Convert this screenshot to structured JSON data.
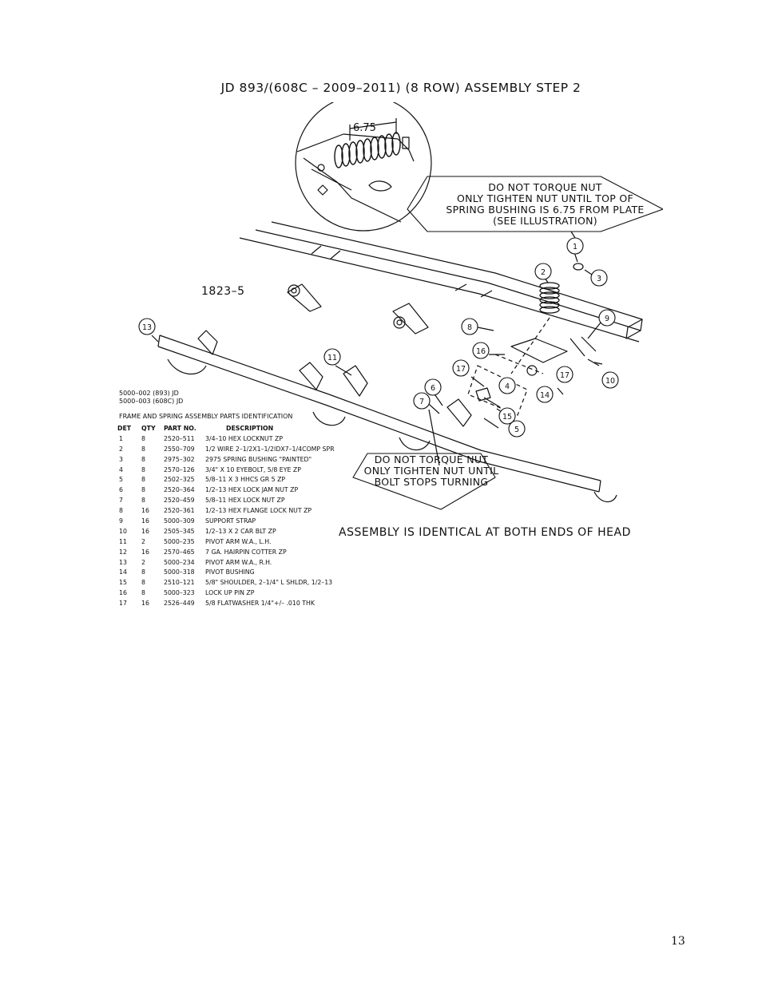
{
  "page": {
    "title": "JD 893/(608C – 2009–2011) (8 ROW) ASSEMBLY STEP 2",
    "page_number": "13"
  },
  "drawing": {
    "detail_dimension": "6.75",
    "drawing_number": "1823–5",
    "assembly_note": "ASSEMBLY IS IDENTICAL AT BOTH ENDS OF HEAD",
    "note_torque_spring": [
      "DO NOT TORQUE NUT",
      "ONLY TIGHTEN NUT UNTIL TOP OF",
      "SPRING BUSHING IS 6.75 FROM PLATE",
      "(SEE ILLUSTRATION)"
    ],
    "note_torque_bolt": [
      "DO NOT TORQUE NUT",
      "ONLY TIGHTEN NUT UNTIL",
      "BOLT STOPS TURNING"
    ],
    "callouts": [
      "1",
      "2",
      "3",
      "4",
      "5",
      "6",
      "7",
      "8",
      "9",
      "10",
      "11",
      "13",
      "14",
      "15",
      "16",
      "17"
    ]
  },
  "parts_list": {
    "kit_numbers": [
      "5000–002 (893) JD",
      "5000–003 (608C) JD"
    ],
    "title": "FRAME AND SPRING ASSEMBLY PARTS IDENTIFICATION",
    "headers": [
      "DET",
      "QTY",
      "PART NO.",
      "DESCRIPTION"
    ],
    "rows": [
      [
        "1",
        "8",
        "2520–511",
        "3/4–10 HEX LOCKNUT ZP"
      ],
      [
        "2",
        "8",
        "2550–709",
        "1/2 WIRE 2–1/2X1–1/2IDX7–1/4COMP SPR"
      ],
      [
        "3",
        "8",
        "2975–302",
        "2975 SPRING BUSHING \"PAINTED\""
      ],
      [
        "4",
        "8",
        "2570–126",
        "3/4\" X 10 EYEBOLT, 5/8 EYE ZP"
      ],
      [
        "5",
        "8",
        "2502–325",
        "5/8–11 X 3 HHCS GR 5 ZP"
      ],
      [
        "6",
        "8",
        "2520–364",
        "1/2–13 HEX LOCK JAM NUT ZP"
      ],
      [
        "7",
        "8",
        "2520–459",
        "5/8–11 HEX LOCK NUT ZP"
      ],
      [
        "8",
        "16",
        "2520–361",
        "1/2–13 HEX FLANGE LOCK NUT ZP"
      ],
      [
        "9",
        "16",
        "5000–309",
        "SUPPORT STRAP"
      ],
      [
        "10",
        "16",
        "2505–345",
        "1/2–13 X 2 CAR BLT ZP"
      ],
      [
        "11",
        "2",
        "5000–235",
        "PIVOT ARM W.A., L.H."
      ],
      [
        "12",
        "16",
        "2570–465",
        "7 GA. HAIRPIN COTTER ZP"
      ],
      [
        "13",
        "2",
        "5000–234",
        "PIVOT ARM W.A., R.H."
      ],
      [
        "14",
        "8",
        "5000–318",
        "PIVOT BUSHING"
      ],
      [
        "15",
        "8",
        "2510–121",
        "5/8\" SHOULDER, 2–1/4\" L SHLDR, 1/2–13"
      ],
      [
        "16",
        "8",
        "5000–323",
        "LOCK UP PIN ZP"
      ],
      [
        "17",
        "16",
        "2526–449",
        "5/8 FLATWASHER 1/4\"+/– .010 THK"
      ]
    ]
  }
}
